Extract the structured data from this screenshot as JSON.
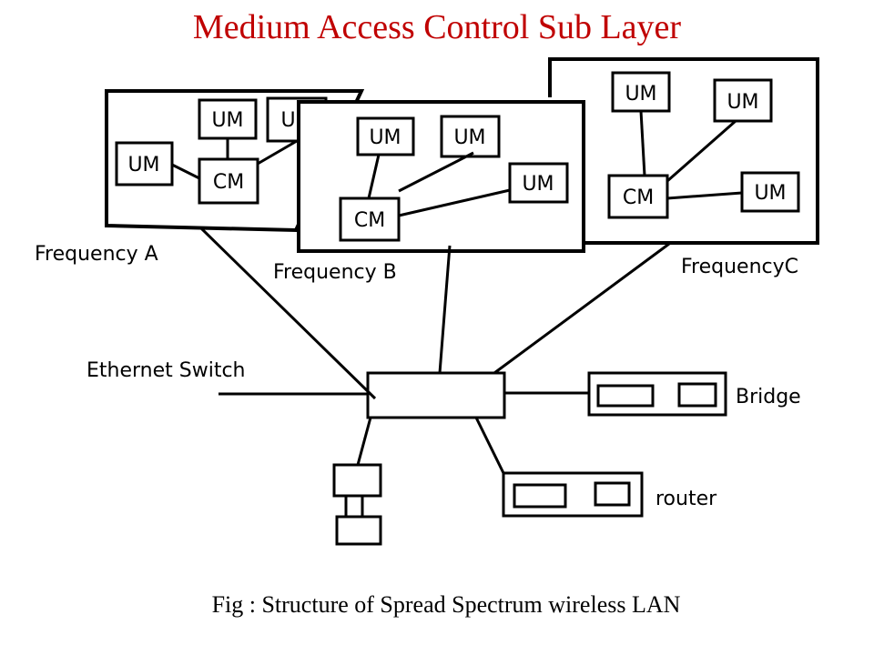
{
  "title": "Medium Access Control Sub Layer",
  "caption": "Fig : Structure of Spread Spectrum wireless LAN",
  "nodes": {
    "um": "UM",
    "cm": "CM"
  },
  "labels": {
    "frequency_a": "Frequency A",
    "frequency_b": "Frequency B",
    "frequency_c": "FrequencyC",
    "ethernet_switch": "Ethernet Switch",
    "bridge": "Bridge",
    "router": "router"
  },
  "colors": {
    "title": "#c00000",
    "stroke": "#000000"
  }
}
